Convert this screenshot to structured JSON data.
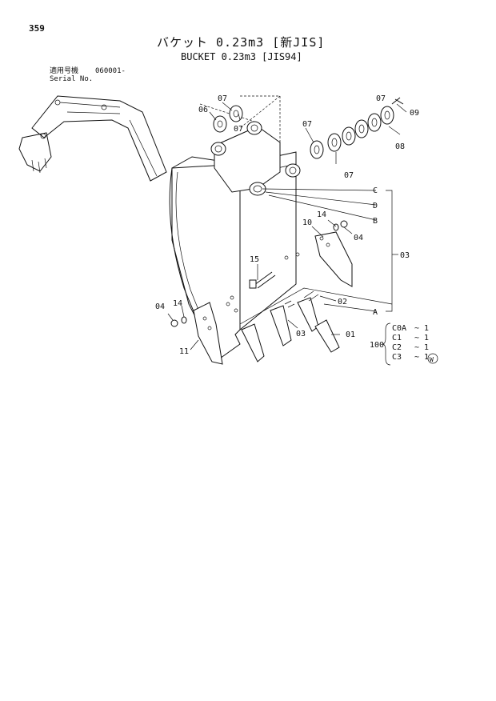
{
  "page_number": "359",
  "title_jp": "バケット 0.23m3 [新JIS]",
  "title_en": "BUCKET 0.23m3 [JIS94]",
  "serial_label_jp": "適用号機",
  "serial_number": "060001-",
  "serial_label_en": "Serial No.",
  "callouts": {
    "c01": "01",
    "c02": "02",
    "c03a": "03",
    "c03b": "03",
    "c04a": "04",
    "c04b": "04",
    "c06": "06",
    "c07a": "07",
    "c07b": "07",
    "c07c": "07",
    "c07d": "07",
    "c08": "08",
    "c09": "09",
    "c10": "10",
    "c11": "11",
    "c14a": "14",
    "c14b": "14",
    "c15": "15",
    "ref_a": "A",
    "ref_b": "B",
    "ref_c": "C",
    "ref_d": "D"
  },
  "assembly": {
    "number": "100",
    "items": [
      {
        "code": "C0A",
        "qty": "~ 1"
      },
      {
        "code": "C1",
        "qty": "~ 1"
      },
      {
        "code": "C2",
        "qty": "~ 1"
      },
      {
        "code": "C3",
        "qty": "~ 1"
      }
    ],
    "mark": "W"
  }
}
